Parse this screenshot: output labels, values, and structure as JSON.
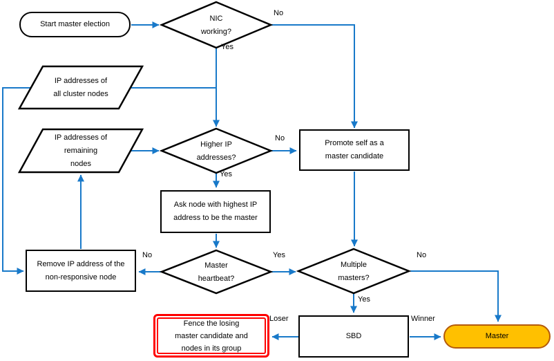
{
  "colors": {
    "connector": "#1879C9",
    "shape_border": "#000000",
    "master_fill": "#FFC000",
    "master_border": "#B45A0B",
    "fence_border": "#FF0000"
  },
  "nodes": {
    "start": {
      "lines": [
        "Start master election"
      ]
    },
    "nic_working": {
      "lines": [
        "NIC",
        "working?"
      ]
    },
    "ip_all_nodes": {
      "lines": [
        "IP addresses of",
        "all cluster nodes"
      ]
    },
    "ip_remaining_nodes": {
      "lines": [
        "IP addresses of",
        "remaining",
        "nodes"
      ]
    },
    "higher_ip": {
      "lines": [
        "Higher IP",
        "addresses?"
      ]
    },
    "promote_self": {
      "lines": [
        "Promote self as a",
        "master candidate"
      ]
    },
    "ask_node": {
      "lines": [
        "Ask node with highest IP",
        "address to be the master"
      ]
    },
    "remove_ip": {
      "lines": [
        "Remove IP address of the",
        "non-responsive node"
      ]
    },
    "master_heartbeat": {
      "lines": [
        "Master",
        "heartbeat?"
      ]
    },
    "multiple_masters": {
      "lines": [
        "Multiple",
        "masters?"
      ]
    },
    "sbd": {
      "lines": [
        "SBD"
      ]
    },
    "fence": {
      "lines": [
        "Fence the losing",
        "master candidate and",
        "nodes in its group"
      ]
    },
    "master": {
      "lines": [
        "Master"
      ]
    }
  },
  "edge_labels": {
    "nic_no": "No",
    "nic_yes": "Yes",
    "higher_ip_no": "No",
    "higher_ip_yes": "Yes",
    "heartbeat_no": "No",
    "heartbeat_yes": "Yes",
    "multiple_no": "No",
    "multiple_yes": "Yes",
    "loser": "Loser",
    "winner": "Winner"
  }
}
